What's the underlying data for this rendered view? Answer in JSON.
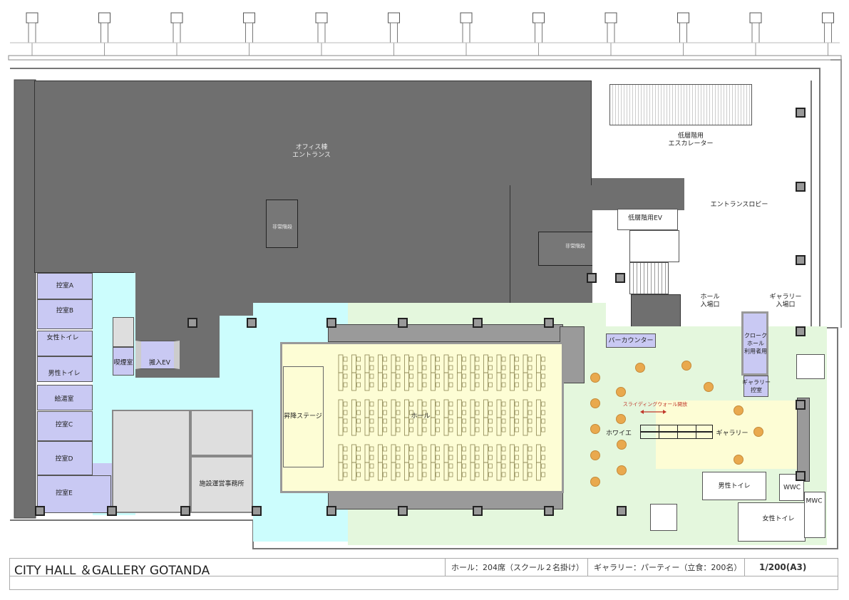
{
  "title_block": {
    "title": "CITY HALL ＆GALLERY GOTANDA",
    "hall_capacity": "ホール：204席（スクール２名掛け）",
    "gallery_capacity": "ギャラリー：パーティー（立食：200名）",
    "scale": "1/200(A3)"
  },
  "rooms": {
    "office_entrance": "オフィス棟\nエントランス",
    "escalator": "低層階用\nエスカレーター",
    "entrance_lobby": "エントランスロビー",
    "lower_ev": "低層階用EV",
    "emergency_stairs_1": "非常階段",
    "emergency_stairs_2": "非常階段",
    "hall_entrance": "ホール\n入場口",
    "gallery_entrance": "ギャラリー\n入場口",
    "waiting_a": "控室A",
    "waiting_b": "控室B",
    "womens_toilet_left": "女性トイレ",
    "mens_toilet_left": "男性トイレ",
    "kitchenette": "給湯室",
    "waiting_c": "控室C",
    "waiting_d": "控室D",
    "waiting_e": "控室E",
    "smoking_room": "喫煙室",
    "freight_ev": "搬入EV",
    "facility_office": "施設運営事務所",
    "stage": "昇降ステージ",
    "hall": "ホール",
    "bar_counter": "バーカウンター",
    "cloak": "クローク\nホール\n利用者用",
    "gallery_waiting": "ギャラリー\n控室",
    "sliding_wall": "スライディングウォール開放",
    "foyer": "ホワイエ",
    "gallery": "ギャラリー",
    "mens_toilet_right": "男性トイレ",
    "womens_toilet_right": "女性トイレ",
    "wwc": "WWC",
    "mwc": "MWC"
  },
  "colors": {
    "office_area": "#6f6f6f",
    "waiting_rooms": "#c9c9f3",
    "corridor": "#ccfdfd",
    "foyer": "#e4f7dd",
    "hall_gallery": "#fdfdd5",
    "service_rooms": "#dedede",
    "standing_table": "#e9a94e",
    "sliding_arrow": "#c0392b"
  },
  "hall_layout": {
    "table_columns": 16,
    "blocks": 3
  }
}
